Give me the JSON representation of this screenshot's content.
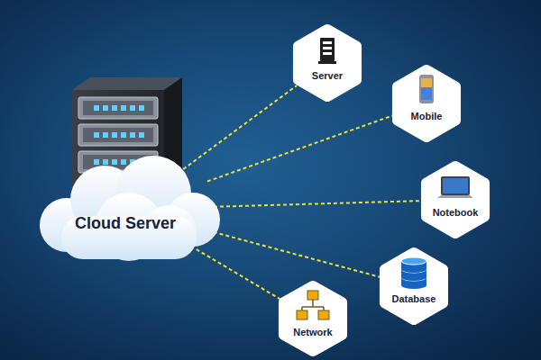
{
  "diagram": {
    "nodes": [
      {
        "text": [
          "Cloud Server"
        ]
      },
      {
        "text": [
          "Server"
        ]
      },
      {
        "text": [
          "Mobile"
        ]
      },
      {
        "text": [
          "Notebook"
        ]
      },
      {
        "text": [
          "Database"
        ]
      },
      {
        "text": [
          "Network"
        ]
      }
    ],
    "edges": [
      {
        "from": 0,
        "to": 1,
        "arrow": "none"
      },
      {
        "from": 0,
        "to": 2,
        "arrow": "none"
      },
      {
        "from": 0,
        "to": 3,
        "arrow": "none"
      },
      {
        "from": 0,
        "to": 4,
        "arrow": "none"
      },
      {
        "from": 0,
        "to": 5,
        "arrow": "none"
      }
    ]
  }
}
